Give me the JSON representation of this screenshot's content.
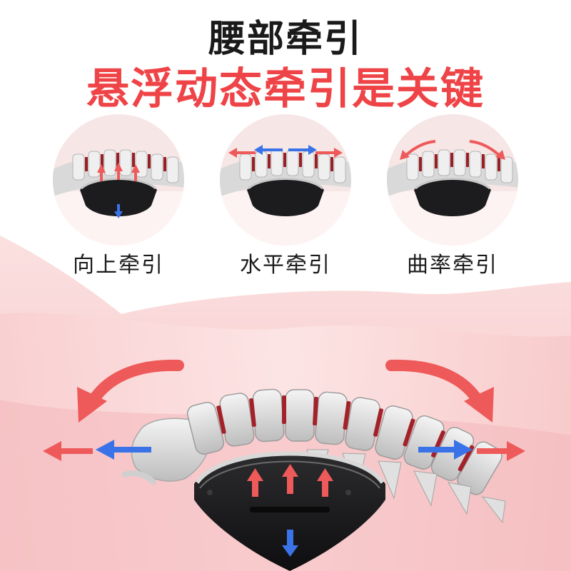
{
  "header": {
    "title": "腰部牵引",
    "subtitle": "悬浮动态牵引是关键"
  },
  "modes": [
    {
      "label": "向上牵引",
      "icon": "upward-traction-icon"
    },
    {
      "label": "水平牵引",
      "icon": "horizontal-traction-icon"
    },
    {
      "label": "曲率牵引",
      "icon": "curvature-traction-icon"
    }
  ],
  "colors": {
    "accent_red": "#ef4447",
    "arrow_red": "#ee5a5a",
    "arrow_blue": "#3a73e8",
    "bg_pink": "#f9d3d3",
    "device_black": "#1c1c1e"
  }
}
